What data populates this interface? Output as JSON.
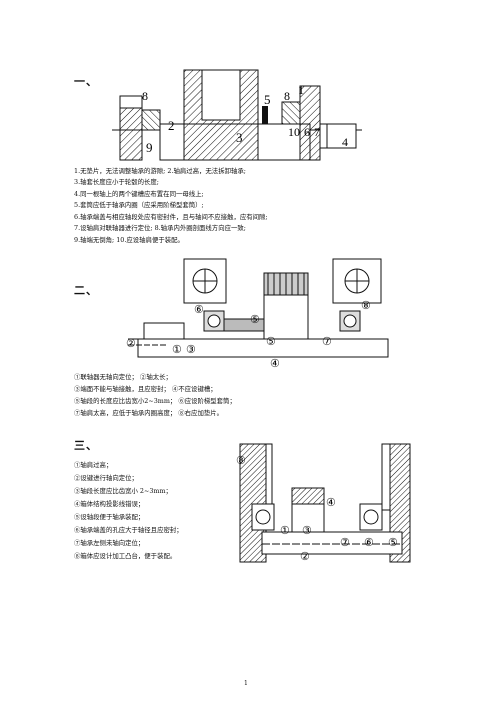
{
  "sections": {
    "one": {
      "heading": "一、",
      "figure_labels": [
        "8",
        "2",
        "9",
        "3",
        "5",
        "8",
        "1",
        "10",
        "6",
        "7",
        "4"
      ],
      "lines": [
        "1.无垫片，无法调整轴承的游隙;       2.轴肩过高，无法拆卸轴承;",
        "3.轴套长度应小于轮毂的长度;",
        "4.同一根轴上的两个键槽应布置在同一母线上;",
        "5.套筒应低于轴承内圈（应采用阶梯型套筒）;",
        "6.轴承端盖与相应轴段处应有密封件，且与轴间不应接触，应有间隙;",
        "7.设轴肩对联轴器进行定位;              8.轴承内外圈剖面线方向应一致;",
        "9.轴端无倒角;                 10.应设轴肩便于装配。"
      ]
    },
    "two": {
      "heading": "二、",
      "figure_labels": [
        "⑥",
        "⑤",
        "⑧",
        "②",
        "①",
        "③",
        "⑤",
        "⑦",
        "④"
      ],
      "lines": [
        "①联轴器无轴向定位；                        ②轴太长；",
        "③端面不能与轴接触，且应密封；               ④不应设键槽；",
        "⑤轴段的长度应比齿宽小2~3mm；               ⑥应设阶梯型套筒；",
        "⑦轴肩太高，应低于轴承内圈高度；       ⑧右应加垫片。"
      ]
    },
    "three": {
      "heading": "三、",
      "figure_labels": [
        "⑧",
        "④",
        "①",
        "③",
        "⑦",
        "⑥",
        "⑤",
        "②"
      ],
      "lines": [
        "①轴肩过高；",
        "②设键进行轴向定位；",
        "③轴段长度应比齿宽小 2~3mm；",
        "④箱体结构投影线错误；",
        "⑤设轴段便于轴承装配；",
        "⑥轴承端盖的孔应大于轴径且应密封；",
        "⑦轴承左侧未轴向定位；",
        "⑧箱体应设计加工凸台，便于装配。"
      ]
    }
  },
  "page_number": "1"
}
